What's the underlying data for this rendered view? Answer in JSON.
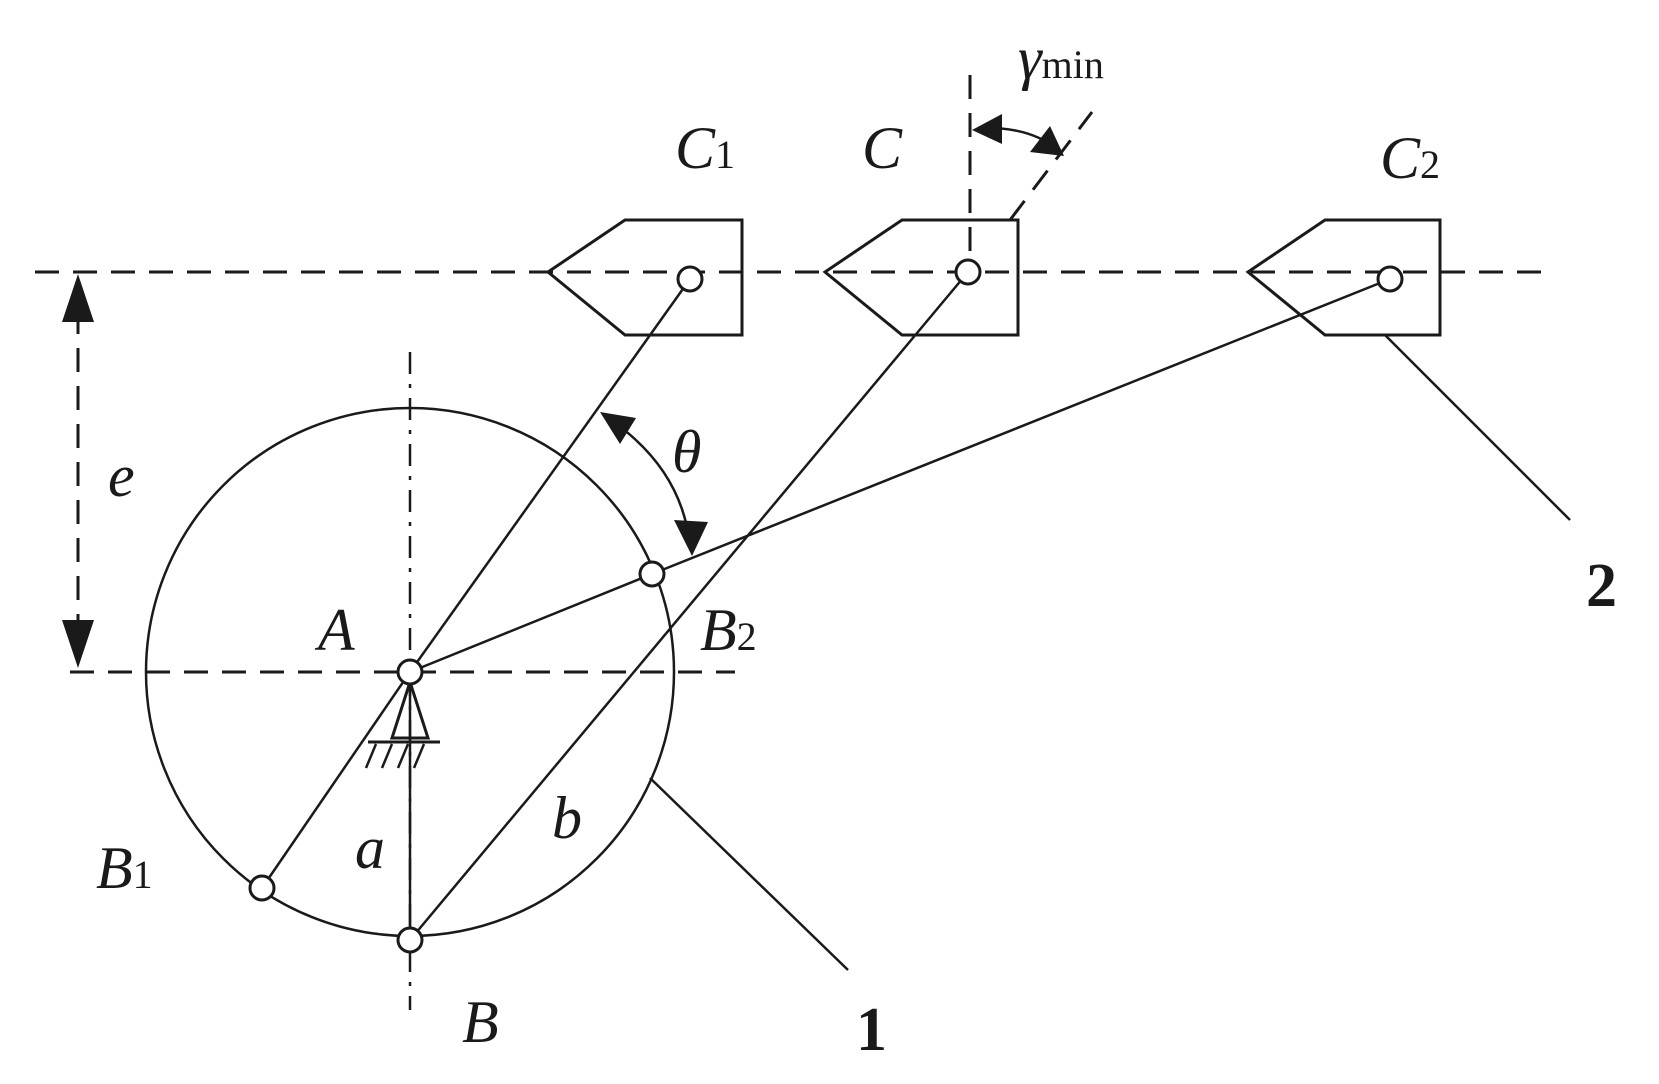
{
  "labels": {
    "A": "A",
    "B": "B",
    "B1": "B",
    "B1_sub": "1",
    "B2": "B",
    "B2_sub": "2",
    "C": "C",
    "C1": "C",
    "C1_sub": "1",
    "C2": "C",
    "C2_sub": "2",
    "e": "e",
    "a": "a",
    "b": "b",
    "theta": "θ",
    "gamma": "γ",
    "gamma_sub": "min",
    "part1": "1",
    "part2": "2"
  }
}
